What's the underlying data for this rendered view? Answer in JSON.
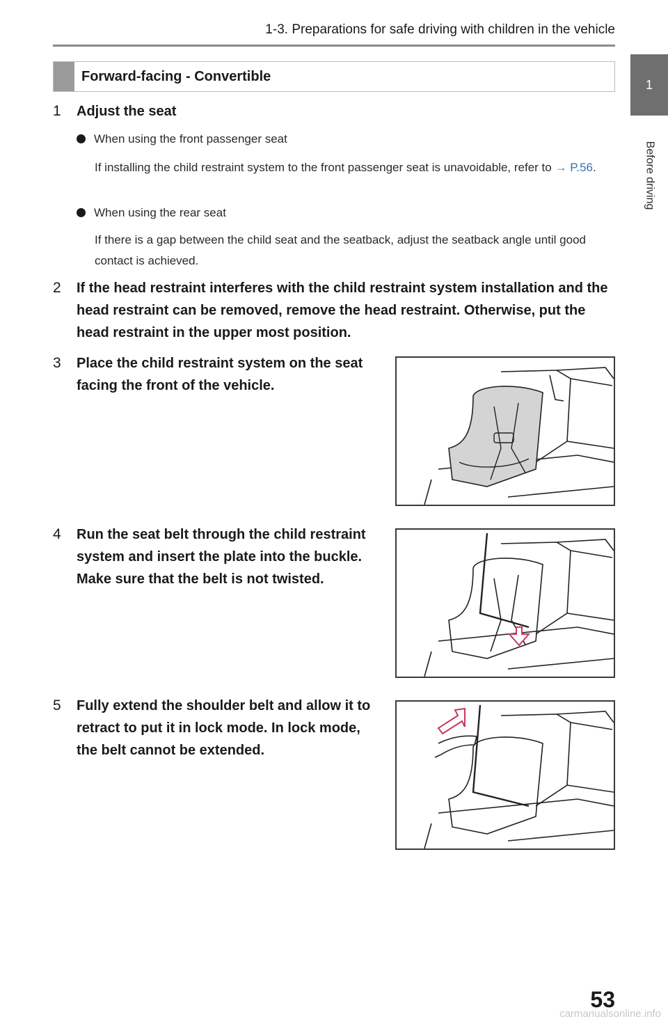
{
  "header": {
    "title": "1-3. Preparations for safe driving with children in the vehicle"
  },
  "side_tab": {
    "number": "1",
    "label": "Before driving"
  },
  "section": {
    "title": "Forward-facing - Convertible"
  },
  "steps": [
    {
      "num": "1",
      "text": "Adjust the seat"
    },
    {
      "num": "2",
      "text": "If the head restraint interferes with the child restraint system installation and the head restraint can be removed, remove the head restraint. Otherwise, put the head restraint in the upper most position."
    },
    {
      "num": "3",
      "text": "Place the child restraint system on the seat facing the front of the vehicle."
    },
    {
      "num": "4",
      "text": "Run the seat belt through the child restraint system and insert the plate into the buckle. Make sure that the belt is not twisted."
    },
    {
      "num": "5",
      "text": "Fully extend the shoulder belt and allow it to retract to put it in lock mode. In lock mode, the belt cannot be extended."
    }
  ],
  "bullets": [
    {
      "label": "When using the front passenger seat",
      "text": "If installing the child restraint system to the front passenger seat is unavoidable, refer to",
      "ref": "→ P.56",
      "after": "."
    },
    {
      "label": "When using the rear seat",
      "text": "If there is a gap between the child seat and the seatback, adjust the seatback angle until good contact is achieved."
    }
  ],
  "page_number": "53",
  "watermark": "carmanualsonline.info",
  "colors": {
    "tab": "#6f6f6f",
    "section_mark": "#9b9b9b",
    "rule": "#8a8a8a",
    "link": "#3a6fb0"
  }
}
